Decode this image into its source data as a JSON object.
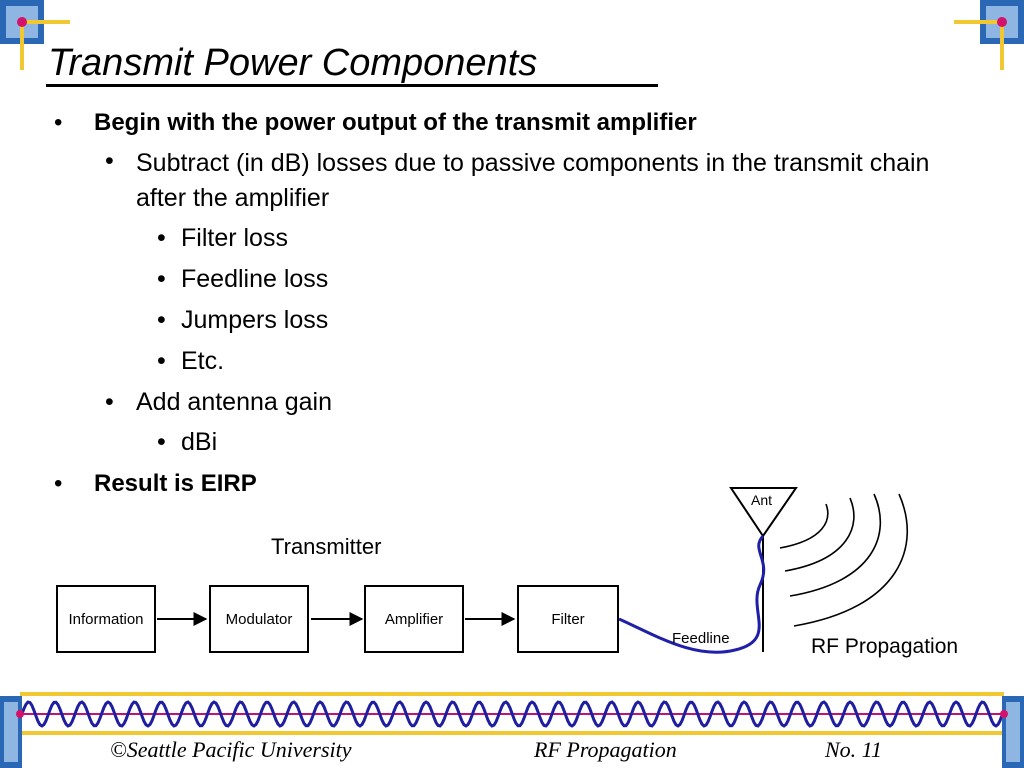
{
  "slide": {
    "title": "Transmit Power Components",
    "bullets": {
      "b1": "Begin with the power output of the transmit amplifier",
      "b1_1": "Subtract (in dB) losses due to passive components in the transmit chain after the amplifier",
      "b1_1_1": "Filter loss",
      "b1_1_2": "Feedline loss",
      "b1_1_3": "Jumpers loss",
      "b1_1_4": "Etc.",
      "b1_2": "Add antenna gain",
      "b1_2_1": "dBi",
      "b2": "Result is EIRP"
    },
    "bullet_glyph": "•"
  },
  "diagram": {
    "transmitter_label": "Transmitter",
    "blocks": [
      "Information",
      "Modulator",
      "Amplifier",
      "Filter"
    ],
    "feedline_label": "Feedline",
    "antenna_label": "Ant",
    "propagation_label": "RF Propagation",
    "colors": {
      "feedline": "#1f1fa8",
      "lines": "#000000"
    }
  },
  "footer": {
    "copyright": "©Seattle Pacific University",
    "course": "RF Propagation",
    "page": "No. 11",
    "colors": {
      "band": "#f2c832",
      "wave_blue": "#1e1ea0",
      "wave_magenta": "#c0127a",
      "corner_blue": "#1f5fae"
    }
  }
}
